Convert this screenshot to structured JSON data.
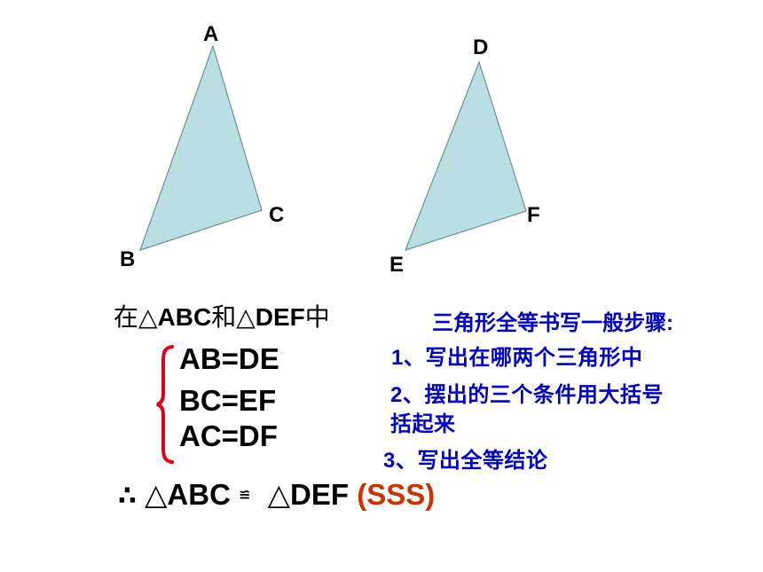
{
  "triangle_abc": {
    "labels": {
      "a": "A",
      "b": "B",
      "c": "C"
    },
    "fill": "#b9dfe3",
    "stroke": "#6f8f99"
  },
  "triangle_def": {
    "labels": {
      "d": "D",
      "e": "E",
      "f": "F"
    },
    "fill": "#b9dfe3",
    "stroke": "#6f8f99"
  },
  "proof": {
    "intro_prefix": "在",
    "intro_tri1": "△ABC",
    "intro_mid": "和",
    "intro_tri2": "△DEF",
    "intro_suffix": "中",
    "equations": [
      "AB=DE",
      "BC=EF",
      "AC=DF"
    ],
    "brace_color": "#e0001a",
    "therefore": "∴",
    "lhs": "△ABC",
    "congruent_symbol": "≌",
    "rhs": "△DEF",
    "reason": "(SSS)",
    "reason_color": "#cc3300"
  },
  "steps": {
    "title": "三角形全等书写一般步骤:",
    "step1": "1、写出在哪两个三角形中",
    "step2_line1": "2、摆出的三个条件用大括号",
    "step2_line2": "括起来",
    "step3": "3、写出全等结论",
    "color": "#0000cc"
  }
}
